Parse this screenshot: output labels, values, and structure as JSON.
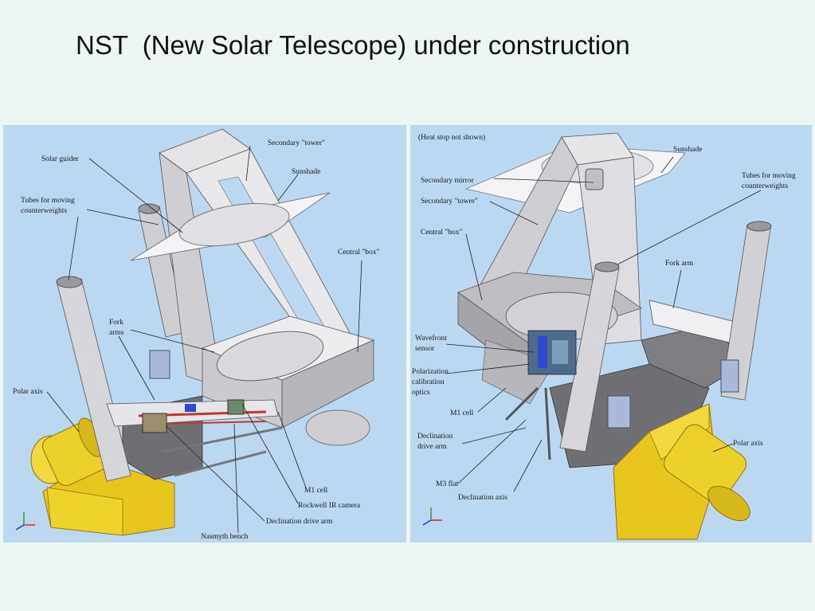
{
  "slide": {
    "title": "NST  (New Solar Telescope) under construction"
  },
  "left_panel": {
    "labels": {
      "secondary_tower": "Secondary \"tower\"",
      "solar_guider": "Solar guider",
      "sunshade": "Sunshade",
      "tubes_line1": "Tubes for moving",
      "tubes_line2": "counterweights",
      "central_box": "Central \"box\"",
      "fork_line1": "Fork",
      "fork_line2": "arms",
      "polar_axis": "Polar axis",
      "m1_cell": "M1 cell",
      "rockwell_ir_camera": "Rockwell IR camera",
      "declination_drive_arm": "Declination drive arm",
      "nasmyth_bench": "Nasmyth bench"
    }
  },
  "right_panel": {
    "labels": {
      "heat_stop_note": "(Heat stop not shown)",
      "sunshade": "Sunshade",
      "secondary_mirror": "Secondary mirror",
      "secondary_tower": "Secondary \"tower\"",
      "tubes_line1": "Tubes for moving",
      "tubes_line2": "counterweights",
      "central_box": "Central \"box\"",
      "fork_arm": "Fork arm",
      "wavefront_line1": "Wavefront",
      "wavefront_line2": "sensor",
      "polarization_line1": "Polarization",
      "polarization_line2": "calibration",
      "polarization_line3": "optics",
      "m1_cell": "M1 cell",
      "declination_line1": "Declination",
      "declination_line2": "drive arm",
      "polar_axis": "Polar axis",
      "m3_flat": "M3 flat",
      "declination_axis": "Declination axis"
    }
  },
  "colors": {
    "background": "#eef6f3",
    "panel": "#bcd7f0",
    "structure": "#d9d9dc",
    "structure_dark": "#8e8e92",
    "mount_yellow": "#f0d32a",
    "optics_red": "#c0392b"
  }
}
